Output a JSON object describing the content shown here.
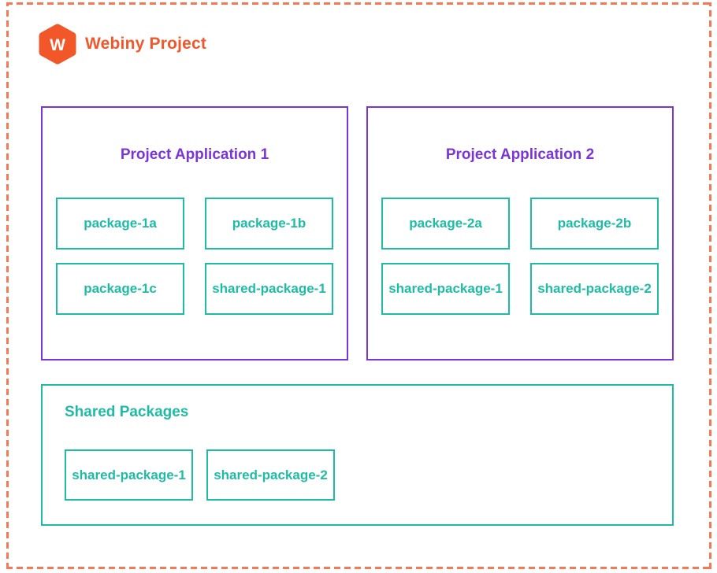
{
  "header": {
    "logo_letter": "W",
    "title": "Webiny Project"
  },
  "applications": [
    {
      "title": "Project Application 1",
      "packages": [
        "package-1a",
        "package-1b",
        "package-1c",
        "shared-package-1"
      ]
    },
    {
      "title": "Project Application 2",
      "packages": [
        "package-2a",
        "package-2b",
        "shared-package-1",
        "shared-package-2"
      ]
    }
  ],
  "shared_section": {
    "title": "Shared Packages",
    "packages": [
      "shared-package-1",
      "shared-package-2"
    ]
  },
  "colors": {
    "brand_orange": "#f2572a",
    "boundary_dash_orange": "#f47a55",
    "application_purple": "#7b35d6",
    "package_teal": "#1fbca4"
  }
}
